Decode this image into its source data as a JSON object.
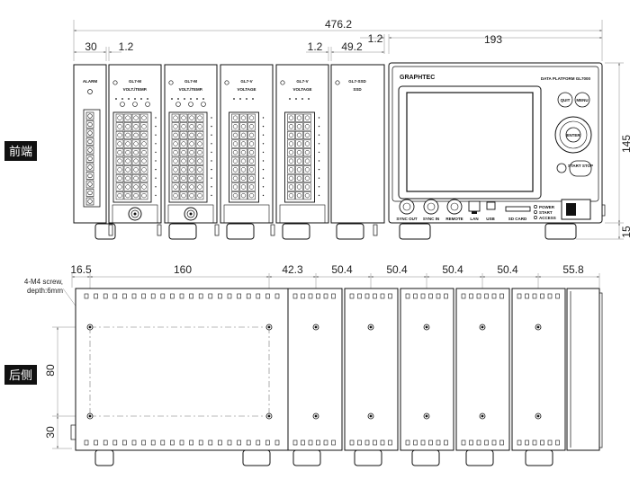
{
  "labels": {
    "front_tag": "前端",
    "rear_tag": "后侧",
    "screw_note_line1": "4-M4 screw,",
    "screw_note_line2": "depth:6mm"
  },
  "front_dims": {
    "total_width": "476.2",
    "first_module": "30",
    "gap_a": "1.2",
    "gap_b": "1.2",
    "gap_c": "1.2",
    "module_last": "49.2",
    "main_unit": "193",
    "height": "145",
    "foot_height": "15"
  },
  "rear_dims": {
    "d1": "16.5",
    "d2": "160",
    "d3": "42.3",
    "d4": "50.4",
    "d5": "50.4",
    "d6": "50.4",
    "d7": "50.4",
    "d8": "55.8",
    "v1": "80",
    "v2": "30"
  },
  "panel_text": {
    "alarm": "ALARM",
    "mod1_name": "GL7-M",
    "mod1_sub": "VOLT./TEMP.",
    "mod2_name": "GL7-M",
    "mod2_sub": "VOLT./TEMP.",
    "mod3_name": "GL7-V",
    "mod3_sub": "VOLTAGE",
    "mod4_name": "GL7-V",
    "mod4_sub": "VOLTAGE",
    "mod5_name": "GL7-SSD",
    "mod5_sub": "SSD",
    "brand": "GRAPHTEC",
    "product": "DATA PLATFORM GL7000",
    "btn_quit": "QUIT",
    "btn_menu": "MENU",
    "btn_enter": "ENTER",
    "btn_start": "START STOP",
    "led_power": "POWER",
    "led_start": "START",
    "led_access": "ACCESS",
    "port_sync_out": "SYNC OUT",
    "port_sync_in": "SYNC IN",
    "port_remote": "REMOTE",
    "port_lan": "LAN",
    "port_usb": "USB",
    "port_sd": "SD CARD"
  }
}
